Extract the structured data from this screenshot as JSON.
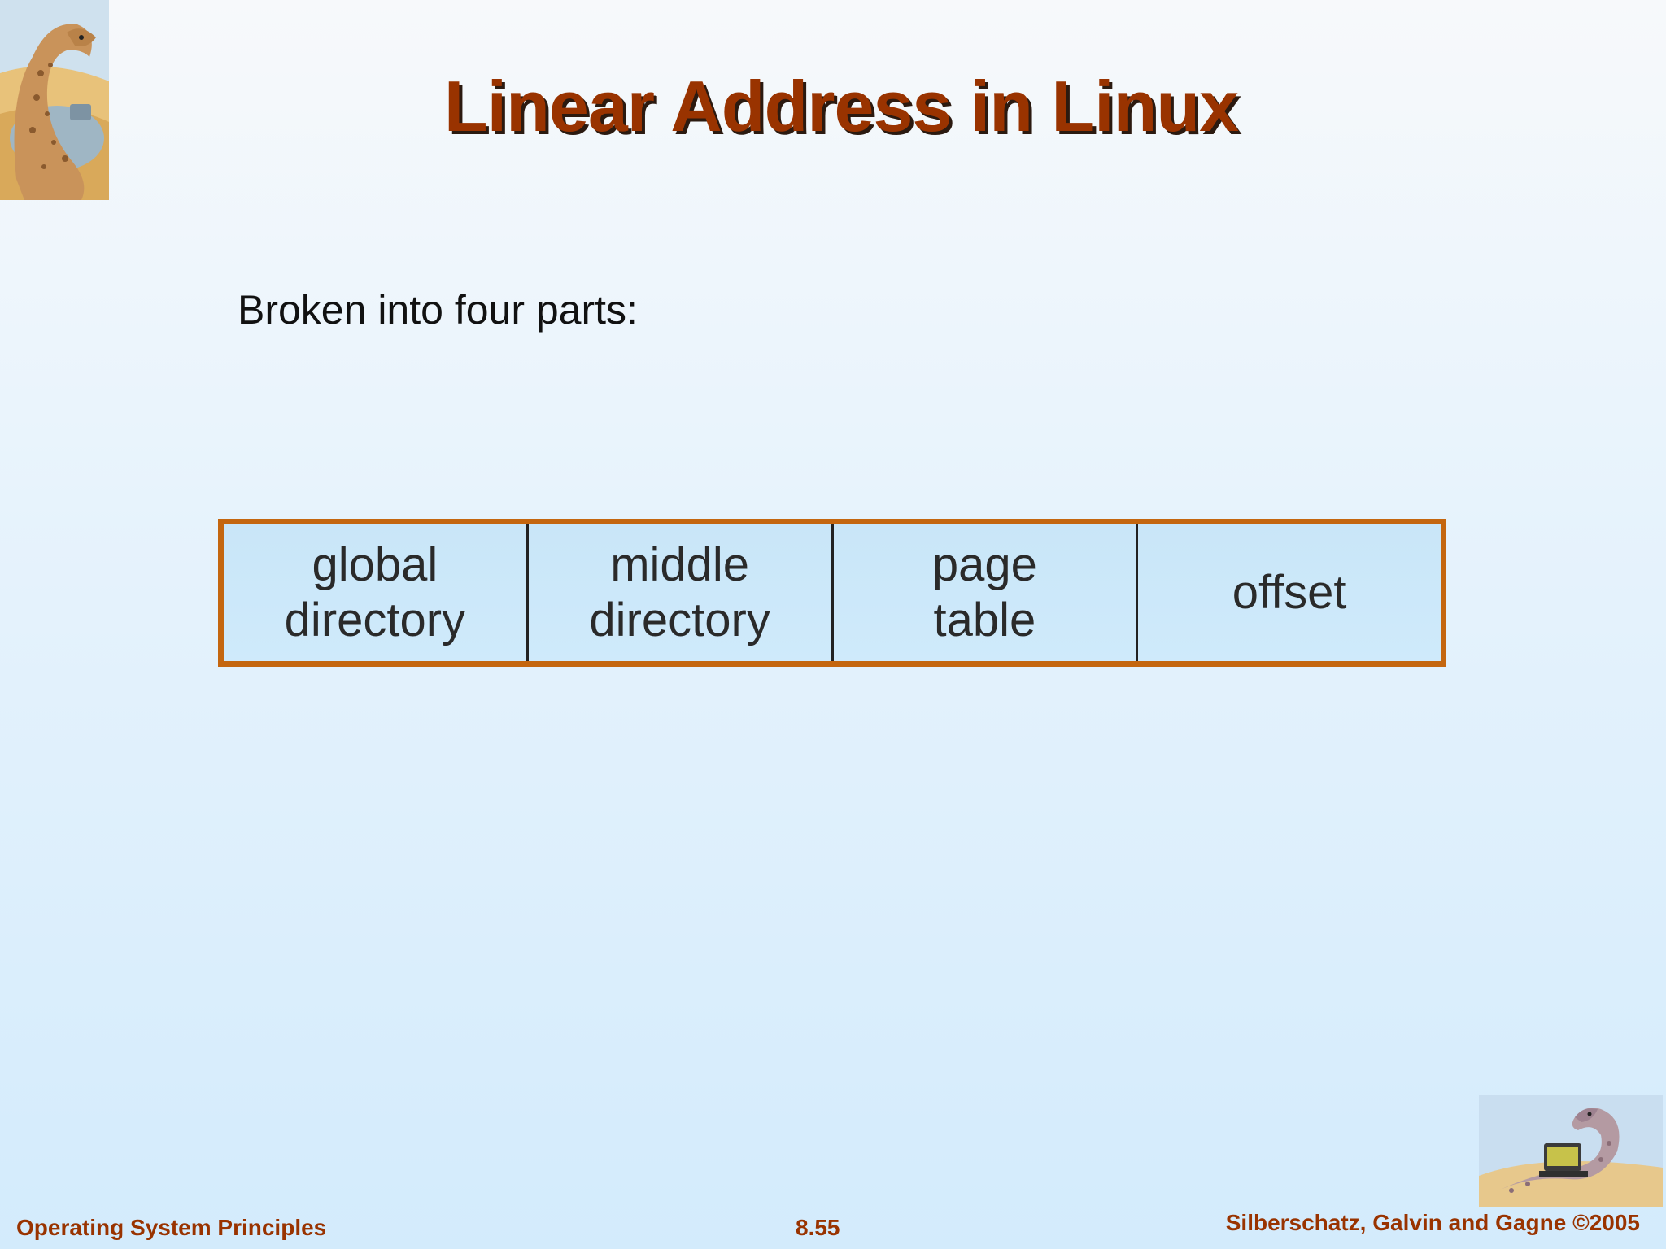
{
  "slide": {
    "title": "Linear Address in Linux",
    "bullet": "Broken into four parts:",
    "address_fields": [
      {
        "label": "global\ndirectory"
      },
      {
        "label": "middle\ndirectory"
      },
      {
        "label": "page\ntable"
      },
      {
        "label": "offset"
      }
    ],
    "colors": {
      "accent": "#993300",
      "box_border": "#c4660f",
      "box_fill": "#cbe8fa"
    }
  },
  "footer": {
    "left": "Operating System Principles",
    "center": "8.55",
    "right": "Silberschatz, Galvin and Gagne ©2005"
  }
}
